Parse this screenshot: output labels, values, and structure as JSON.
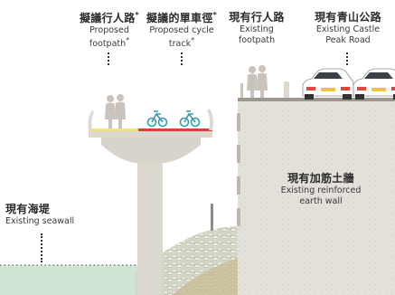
{
  "labels": {
    "proposed_footpath": {
      "zh": "擬議行人路",
      "en": "Proposed footpath",
      "mark": "*"
    },
    "proposed_cycle_track": {
      "zh": "擬議的單車徑",
      "en": "Proposed cycle track",
      "mark": "*"
    },
    "existing_footpath": {
      "zh": "現有行人路",
      "en": "Existing footpath"
    },
    "existing_castle_peak_road": {
      "zh": "現有青山公路",
      "en": "Existing Castle Peak Road"
    },
    "existing_reinforced_earth_wall": {
      "zh": "現有加筋土牆",
      "en": "Existing reinforced earth wall"
    },
    "existing_seawall": {
      "zh": "現有海堤",
      "en": "Existing seawall"
    }
  },
  "colors": {
    "concrete": "#dcd8d0",
    "wall": "#e4e0da",
    "sea": "#cfe6d6",
    "footpath_surface": "#f2e37a",
    "cycle_track_surface": "#d8423a",
    "car": "#ffffff",
    "people": "#c9c3bb"
  }
}
